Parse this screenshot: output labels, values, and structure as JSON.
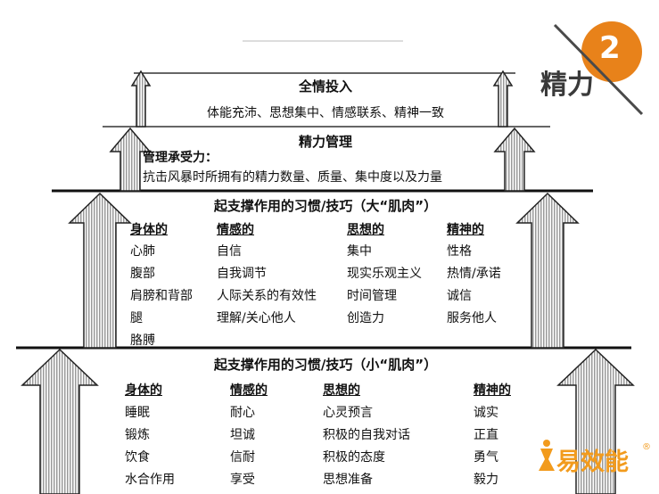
{
  "badge": {
    "label": "精力",
    "number": "2"
  },
  "tier1": {
    "title": "全情投入",
    "subtitle": "体能充沛、思想集中、情感联系、精神一致"
  },
  "tier2": {
    "title": "精力管理",
    "subtitle": "管理承受力：",
    "desc": "抗击风暴时所拥有的精力数量、质量、集中度以及力量"
  },
  "tier3": {
    "title": "起支撑作用的习惯/技巧（大“肌肉”）",
    "columns": [
      {
        "header": "身体的",
        "items": [
          "心肺",
          "腹部",
          "肩膀和背部",
          "腿",
          "胳膊"
        ]
      },
      {
        "header": "情感的",
        "items": [
          "自信",
          "自我调节",
          "人际关系的有效性",
          "理解/关心他人"
        ]
      },
      {
        "header": "思想的",
        "items": [
          "集中",
          "现实乐观主义",
          "时间管理",
          "创造力"
        ]
      },
      {
        "header": "精神的",
        "items": [
          "性格",
          "热情/承诺",
          "诚信",
          "服务他人"
        ]
      }
    ]
  },
  "tier4": {
    "title": "起支撑作用的习惯/技巧（小“肌肉”）",
    "columns": [
      {
        "header": "身体的",
        "items": [
          "睡眠",
          "锻炼",
          "饮食",
          "水合作用"
        ]
      },
      {
        "header": "情感的",
        "items": [
          "耐心",
          "坦诚",
          "信耐",
          "享受"
        ]
      },
      {
        "header": "思想的",
        "items": [
          "心灵预言",
          "积极的自我对话",
          "积极的态度",
          "思想准备"
        ]
      },
      {
        "header": "精神的",
        "items": [
          "诚实",
          "正直",
          "勇气",
          "毅力"
        ]
      }
    ]
  },
  "logo": {
    "text": "易效能",
    "mark": "®"
  },
  "colors": {
    "badge_orange": "#E8821A",
    "arrow_fill": "#d4d4d4",
    "logo_orange": "#F29B1D"
  }
}
